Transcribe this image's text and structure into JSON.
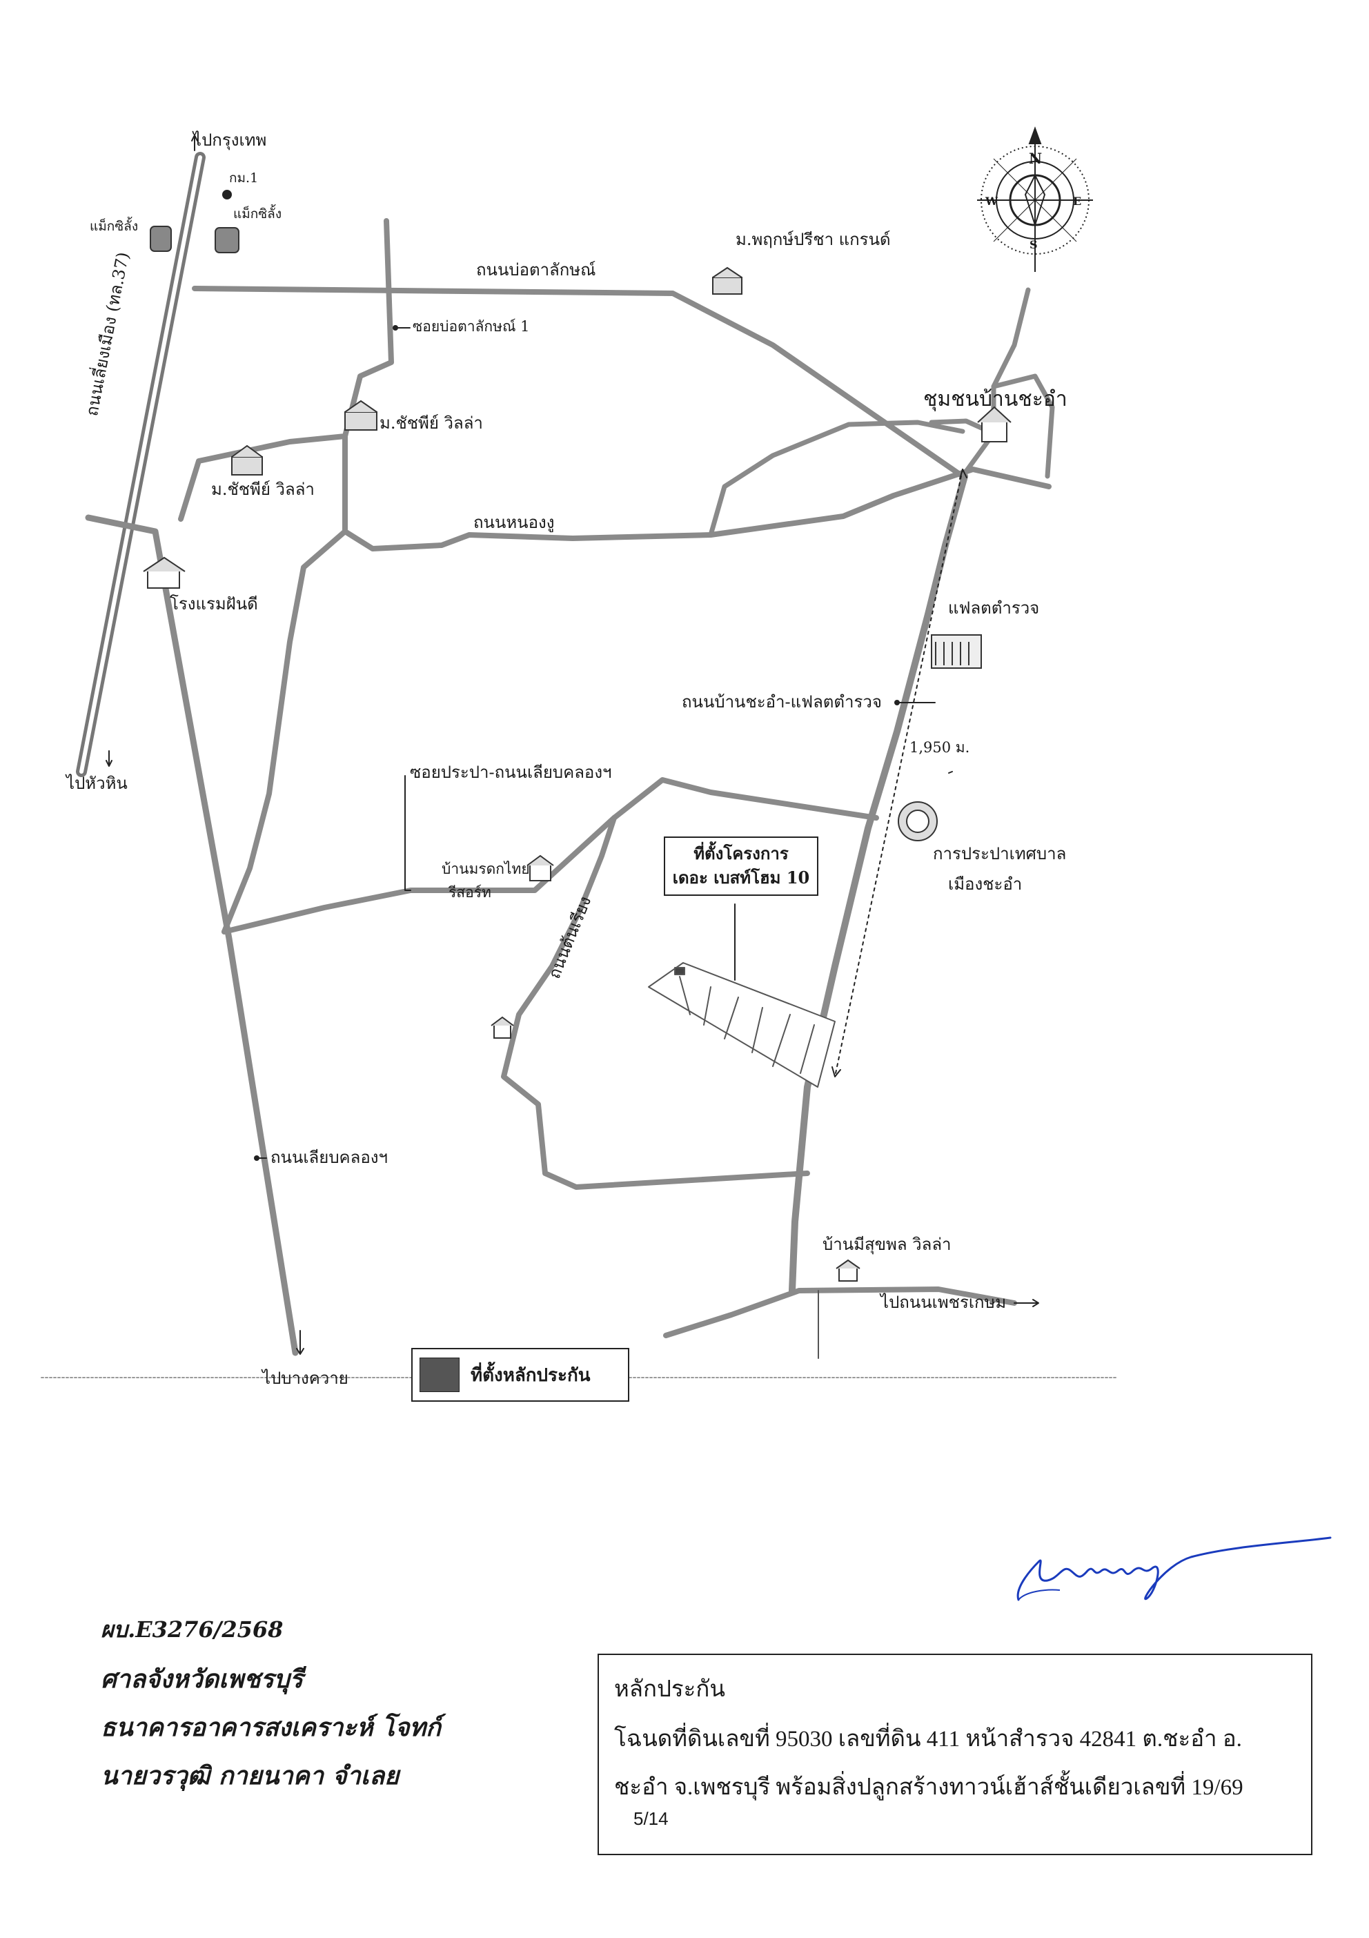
{
  "map": {
    "labels": {
      "to_bangkok": "ไปกรุงเทพ",
      "km1": "กม.1",
      "makro_left": "แม็กซิลั้ง",
      "makro_right": "แม็กซิลั้ง",
      "road_bo_ta_lak": "ถนนบ่อตาลักษณ์",
      "village_phruksa": "ม.พฤกษ์ปรีชา แกรนด์",
      "soi_bo_ta_lak_1": "ซอยบ่อตาลักษณ์ 1",
      "highway_name": "ถนนเลี่ยงเมือง (ทล.37)",
      "village_chatchai_1": "ม.ชัชพีย์ วิลล่า",
      "village_chatchai_2": "ม.ชัชพีย์ วิลล่า",
      "community_cha_am": "ชุมชนบ้านชะอำ",
      "road_nong_ngu": "ถนนหนองงู",
      "hotel_panthi": "โรงแรมฝันดี",
      "police_flats": "แฟลตตำรวจ",
      "road_ban_cha_am_police": "ถนนบ้านชะอำ-แฟลตตำรวจ",
      "to_hua_hin": "ไปหัวหิน",
      "distance": "1,950 ม.",
      "soi_prapa": "ซอยประปา-ถนนเลียบคลองฯ",
      "waterworks_line1": "การประปาเทศบาล",
      "waterworks_line2": "เมืองชะอำ",
      "project_line1": "ที่ตั้งโครงการ",
      "project_line2": "เดอะ เบสท์โฮม 10",
      "resort_line1": "บ้านมรดกไทย",
      "resort_line2": "รีสอร์ท",
      "road_ton_riang": "ถนนต้นเรียง",
      "road_liab_khlong": "ถนนเลียบคลองฯ",
      "village_mee_sukphon": "บ้านมีสุขพล วิลล่า",
      "to_phetkasem": "ไปถนนเพชรเกษม",
      "to_bang_khwai": "ไปบางควาย",
      "legend_label": "ที่ตั้งหลักประกัน",
      "compass_n": "N",
      "compass_s": "S",
      "compass_e": "E",
      "compass_w": "W"
    },
    "colors": {
      "road": "#8a8a8a",
      "highway": "#7a7a7a",
      "ink": "#222222",
      "legend_fill": "#555555",
      "signature": "#1a3bbd"
    }
  },
  "court_notes": {
    "case_no": "ผบ.E3276/2568",
    "court": "ศาลจังหวัดเพชรบุรี",
    "plaintiff": "ธนาคารอาคารสงเคราะห์   โจทก์",
    "defendant": "นายวรวุฒิ กายนาคา จำเลย"
  },
  "collateral": {
    "title": "หลักประกัน",
    "line1": "โฉนดที่ดินเลขที่ 95030 เลขที่ดิน 411 หน้าสำรวจ 42841 ต.ชะอำ อ.",
    "line2": "ชะอำ จ.เพชรบุรี พร้อมสิ่งปลูกสร้างทาวน์เฮ้าส์ชั้นเดียวเลขที่ 19/69",
    "page": "5/14"
  }
}
